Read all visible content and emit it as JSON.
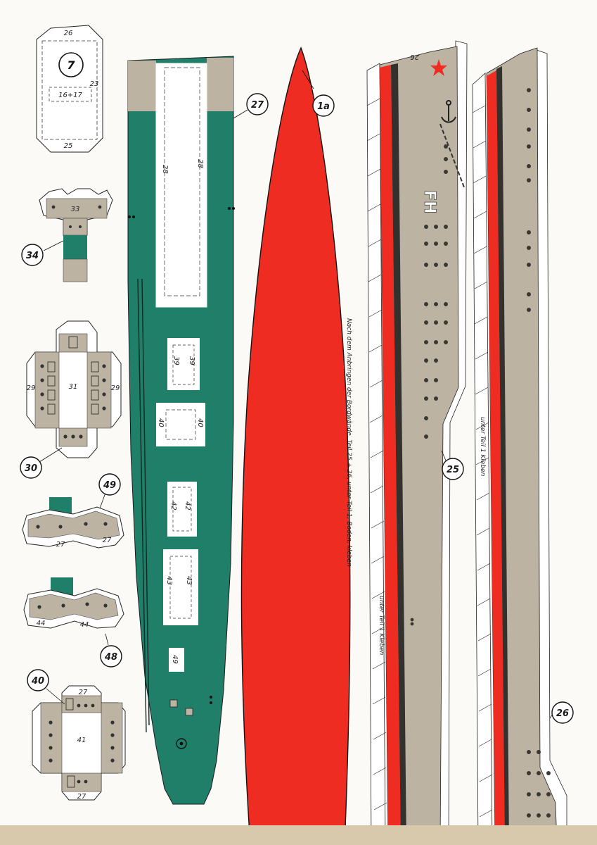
{
  "sheet": {
    "colors": {
      "paper": "#fbfaf6",
      "deck_green": "#1f7f69",
      "hull_red": "#ee2c21",
      "hull_grey": "#bcb3a2",
      "white": "#ffffff",
      "ink": "#1a1a1a"
    }
  },
  "parts": {
    "p7": {
      "number": "7",
      "edge_top": "26",
      "edge_bottom": "25",
      "edge_right": "23",
      "inner": "16+17"
    },
    "p34": {
      "number": "34",
      "inner": "33"
    },
    "p30": {
      "number": "30",
      "inner": "31",
      "edge_left": "29",
      "edge_right": "29"
    },
    "p49": {
      "number": "49",
      "edge_a": "27",
      "edge_b": "27"
    },
    "p48": {
      "number": "48",
      "edge_a": "44",
      "edge_b": "44"
    },
    "p40": {
      "number": "40",
      "inner": "41",
      "edge_top": "27",
      "edge_bottom": "27"
    },
    "p27": {
      "number": "27",
      "marks": {
        "m28a": "28",
        "m28b": "28",
        "m39a": "39",
        "m39b": "39",
        "m40a": "40",
        "m40b": "40",
        "m42a": "42",
        "m42b": "42",
        "m43a": "43",
        "m43b": "43",
        "m49": "49"
      }
    },
    "p1a": {
      "number": "1a"
    },
    "p25": {
      "number": "25",
      "top_tab": "26",
      "bridge_text": "FH",
      "side_text": "unter Teil 1 Kleben"
    },
    "p26": {
      "number": "26",
      "side_text": "unter Teil 1 Kleben"
    }
  },
  "instruction_text": "Nach dem Anbringen der Bordwände, Teil 25 + 26, unter Teil 1, Boden, kleben"
}
